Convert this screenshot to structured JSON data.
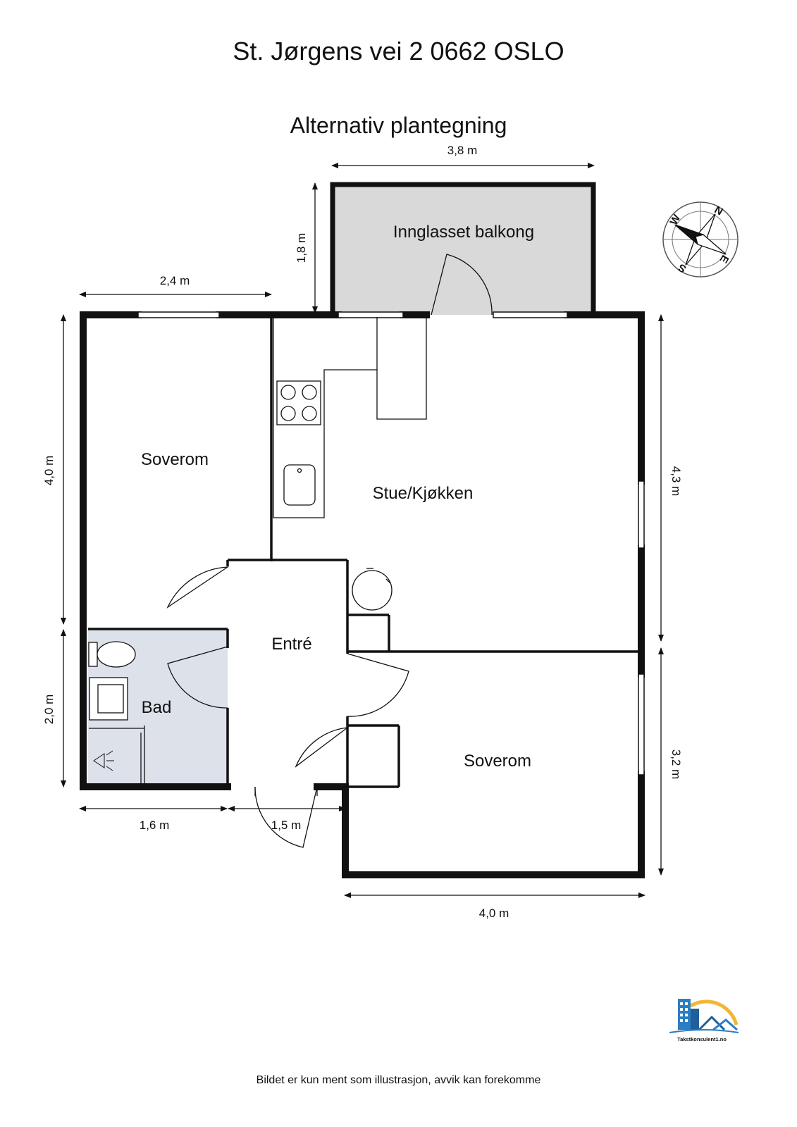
{
  "header": {
    "address": "St. Jørgens vei 2 0662 OSLO",
    "plan_title": "Alternativ plantegning"
  },
  "rooms": {
    "balcony": "Innglasset balkong",
    "bedroom_left": "Soverom",
    "living_kitchen": "Stue/Kjøkken",
    "hallway": "Entré",
    "bathroom": "Bad",
    "bedroom_right": "Soverom"
  },
  "dimensions": {
    "balcony_width": "3,8 m",
    "balcony_depth": "1,8 m",
    "bedroom_left_width": "2,4 m",
    "left_upper_height": "4,0 m",
    "left_lower_height": "2,0 m",
    "right_upper_height": "4,3 m",
    "right_lower_height": "3,2 m",
    "bath_width": "1,6 m",
    "hall_width": "1,5 m",
    "bedroom_right_width": "4,0 m"
  },
  "compass": {
    "n": "N",
    "e": "E",
    "s": "S",
    "w": "W"
  },
  "logo": {
    "text": "Takstkonsulent1.no"
  },
  "footer": {
    "disclaimer": "Bildet er kun ment som illustrasjon, avvik kan forekomme"
  },
  "colors": {
    "wall": "#111111",
    "balcony_fill": "#d9d9d9",
    "bath_fill": "#dce1ea",
    "logo_blue": "#2d7dc4",
    "logo_sun": "#f2b632"
  }
}
